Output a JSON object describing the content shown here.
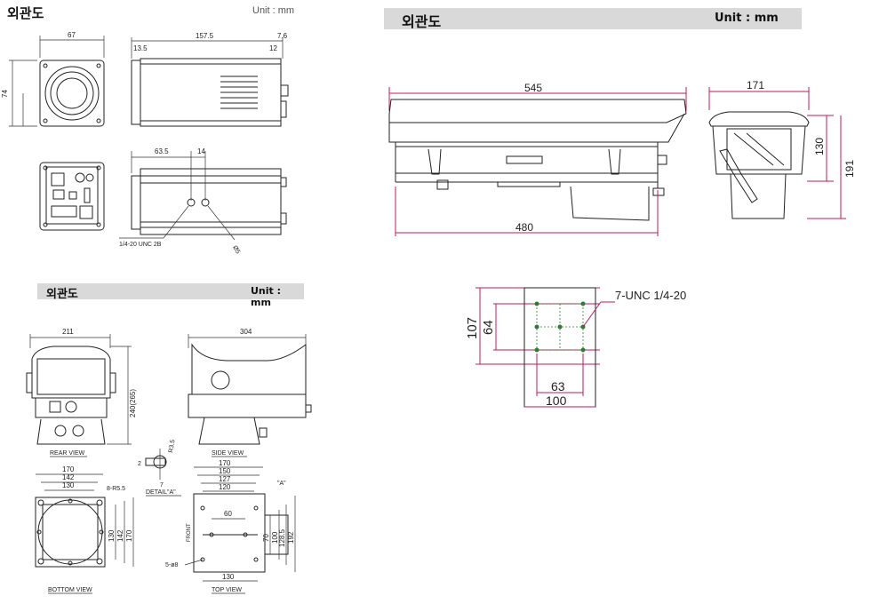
{
  "camera": {
    "title": "외관도",
    "unit": "Unit : mm",
    "front": {
      "width": "67",
      "height": "74"
    },
    "side": {
      "length": "157.5",
      "front_offset": "13.5",
      "lens_offset": "7.6",
      "rear_offset": "12"
    },
    "bottom": {
      "offset": "63.5",
      "spacing": "14",
      "mount_label": "1/4-20 UNC 2B",
      "pin_label": "Ø5"
    }
  },
  "housing": {
    "title": "외관도",
    "unit": "Unit : mm",
    "side": {
      "top_length": "545",
      "bottom_length": "480"
    },
    "front": {
      "width": "171",
      "height_inner": "130",
      "height_total": "191"
    },
    "base": {
      "label": "7-UNC 1/4-20",
      "height_outer": "107",
      "height_inner": "64",
      "width_inner": "63",
      "width_outer": "100"
    }
  },
  "ptz": {
    "title": "외관도",
    "unit": "Unit : mm",
    "rear": {
      "width": "211",
      "height": "240(265)",
      "caption": "REAR VIEW"
    },
    "side": {
      "width": "304",
      "caption": "SIDE VIEW"
    },
    "detail": {
      "caption": "DETAIL\"A\"",
      "radius": "R3.5",
      "dim_a": "2",
      "dim_b": "7"
    },
    "bottom": {
      "caption": "BOTTOM VIEW",
      "widths": [
        "170",
        "142",
        "130"
      ],
      "heights": [
        "130",
        "142",
        "170"
      ],
      "hole_label": "8-R5.5"
    },
    "top": {
      "caption": "TOP VIEW",
      "widths": [
        "170",
        "150",
        "127",
        "120"
      ],
      "center": "60",
      "bottom_width": "130",
      "heights": [
        "70",
        "100",
        "128.5",
        "192"
      ],
      "marker": "\"A\"",
      "hole_label": "5-ø8",
      "front_label": "FRONT"
    }
  }
}
